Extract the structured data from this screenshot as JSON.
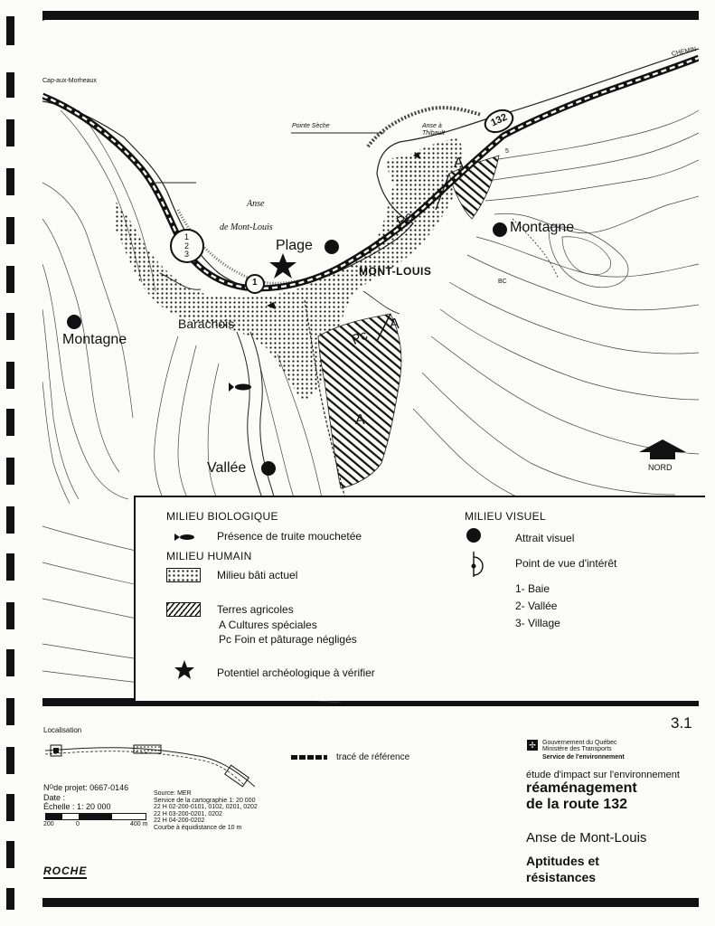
{
  "map": {
    "labels": {
      "cap": "Cap-aux-Morheaux",
      "pointe": "Pointe Sèche",
      "anse_thibault": "Anse à Thibault",
      "anse1": "Anse",
      "anse2": "de Mont-Louis",
      "plage": "Plage",
      "montagne_e": "Montagne",
      "montagne_w": "Montagne",
      "mont_louis": "MONT-LOUIS",
      "barachois": "Barachois",
      "vallee": "Vallée",
      "pc1": "Pc",
      "pc2": "Pc",
      "a1": "A",
      "a2": "A",
      "a3": "A",
      "route": "132",
      "chemin": "CHEMIN",
      "vp1": "1",
      "vp123": [
        "1",
        "2",
        "3"
      ],
      "nord": "NORD",
      "bc": "BC",
      "contour5": "5"
    }
  },
  "legend": {
    "bio_heading": "MILIEU BIOLOGIQUE",
    "truite": "Présence de truite mouchetée",
    "humain_heading": "MILIEU HUMAIN",
    "bati": "Milieu bâti actuel",
    "agricoles": "Terres agricoles",
    "cultures": "A Cultures spéciales",
    "foin": "Pc Foin et pâturage négligés",
    "archeo": "Potentiel archéologique à vérifier",
    "visuel_heading": "MILIEU VISUEL",
    "attrait": "Attrait visuel",
    "point_vue": "Point de vue d'intérêt",
    "vues": [
      "1- Baie",
      "2- Vallée",
      "3- Village"
    ]
  },
  "footer": {
    "sheet": "3.1",
    "localisation": "Localisation",
    "trace": "tracé de référence",
    "projet": "Nᴼde projet: 0667-0146",
    "date": "Date :",
    "echelle": "Échelle : 1: 20 000",
    "scale_ticks": [
      "200",
      "0",
      "400 m"
    ],
    "source": [
      "Source: MER",
      "Service de la cartographie 1: 20 000",
      "22 H 02-200-0101, 0102, 0201, 0202",
      "22 H 03-200-0201, 0202",
      "22 H 04-200-0202",
      "Courbe à équidistance de 10 m"
    ],
    "gov1": "Gouvernement du Québec",
    "gov2": "Ministère des Transports",
    "gov3": "Service de l'environnement",
    "etude": "étude d'impact sur l'environnement",
    "title1": "réaménagement",
    "title2": "de la route 132",
    "place": "Anse de Mont-Louis",
    "subject1": "Aptitudes et",
    "subject2": "résistances",
    "roche": "ROCHE"
  }
}
